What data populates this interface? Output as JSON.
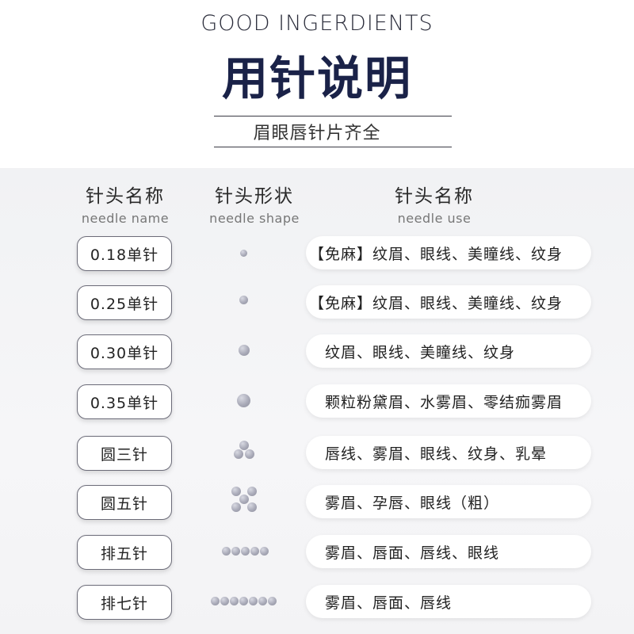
{
  "header": {
    "eyebrow": "GOOD INGERDIENTS",
    "title": "用针说明",
    "subtitle": "眉眼唇针片齐全"
  },
  "columns": [
    {
      "zh": "针头名称",
      "en": "needle name"
    },
    {
      "zh": "针头形状",
      "en": "needle shape"
    },
    {
      "zh": "针头名称",
      "en": "needle use"
    }
  ],
  "rows": [
    {
      "name": "0.18单针",
      "shape": "single-needle-icon",
      "use": "【免麻】纹眉、眼线、美瞳线、纹身"
    },
    {
      "name": "0.25单针",
      "shape": "single-needle-icon",
      "use": "【免麻】纹眉、眼线、美瞳线、纹身"
    },
    {
      "name": "0.30单针",
      "shape": "single-needle-icon",
      "use": "纹眉、眼线、美瞳线、纹身"
    },
    {
      "name": "0.35单针",
      "shape": "single-needle-icon",
      "use": "颗粒粉黛眉、水雾眉、零结痂雾眉"
    },
    {
      "name": "圆三针",
      "shape": "round-three-needle-icon",
      "use": "唇线、雾眉、眼线、纹身、乳晕"
    },
    {
      "name": "圆五针",
      "shape": "round-five-needle-icon",
      "use": "雾眉、孕唇、眼线（粗）"
    },
    {
      "name": "排五针",
      "shape": "row-five-needle-icon",
      "use": "雾眉、唇面、唇线、眼线"
    },
    {
      "name": "排七针",
      "shape": "row-seven-needle-icon",
      "use": "雾眉、唇面、唇线"
    }
  ]
}
